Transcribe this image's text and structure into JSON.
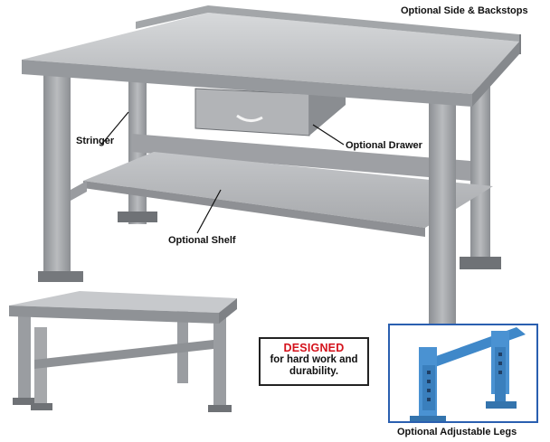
{
  "labels": {
    "side_backstops": "Optional Side & Backstops",
    "stringer": "Stringer",
    "drawer": "Optional Drawer",
    "shelf": "Optional Shelf",
    "adjustable_legs": "Optional Adjustable Legs"
  },
  "callout": {
    "title": "DESIGNED",
    "line1": "for hard work and",
    "line2": "durability."
  },
  "colors": {
    "steel": "#a9abae",
    "steel_dark": "#7d8084",
    "steel_light": "#c9cbce",
    "callout_red": "#d4121b",
    "inset_blue": "#3f88c9"
  },
  "icons": {
    "drawer_handle": "drawer-handle-icon"
  }
}
